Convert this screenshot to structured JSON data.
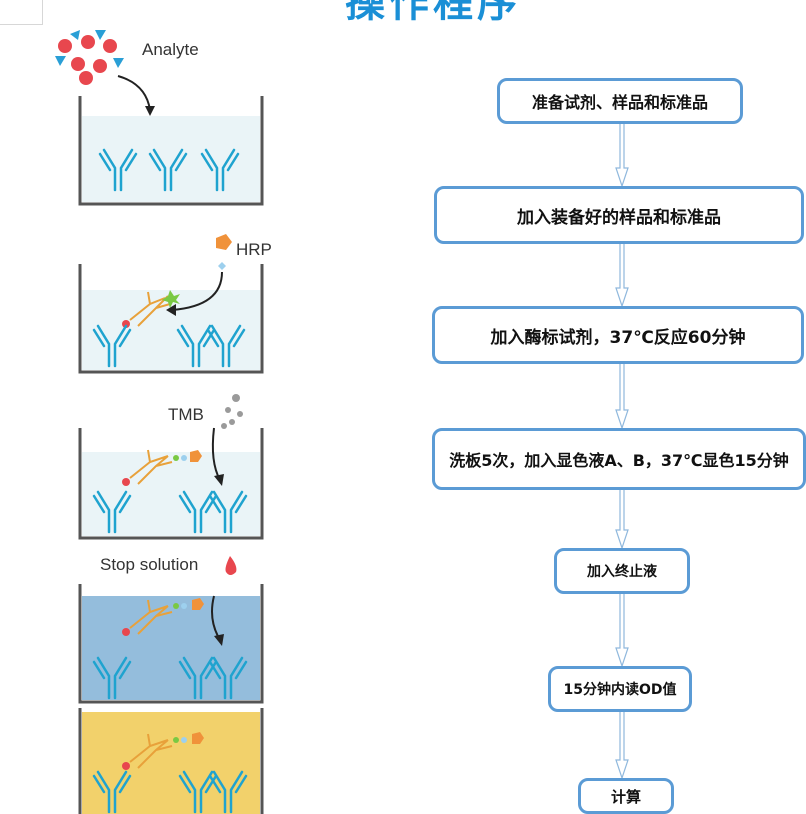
{
  "title": "操作程序",
  "illustration": {
    "labels": {
      "analyte": "Analyte",
      "hrp": "HRP",
      "tmb": "TMB",
      "stop_solution": "Stop solution"
    },
    "colors": {
      "well_outline": "#555555",
      "antibody": "#1fa3cf",
      "detection_antibody": "#e8a13a",
      "analyte_red": "#e8474e",
      "analyte_blue": "#2a9fd6",
      "hrp_orange": "#f0923a",
      "tmb_grey": "#9a9a9a",
      "liquid_light": "#eaf4f7",
      "liquid_blue": "#94bddc",
      "liquid_yellow": "#f2d16b",
      "stop_drop": "#e8474e"
    }
  },
  "flowchart": {
    "box_color": "#5b9bd5",
    "arrow_color": "#8fb8dd",
    "steps": [
      "准备试剂、样品和标准品",
      "加入装备好的样品和标准品",
      "加入酶标试剂，37℃反应60分钟",
      "洗板5次，加入显色液A、B，37℃显色15分钟",
      "加入终止液",
      "15分钟内读OD值",
      "计算"
    ]
  }
}
